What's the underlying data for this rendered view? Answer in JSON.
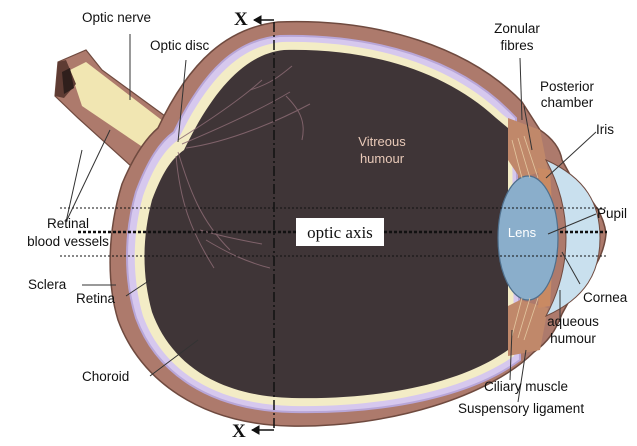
{
  "colors": {
    "sclera": "#ad7a6c",
    "sclera_edge": "#6f4a3f",
    "choroid_line": "#b8a6d8",
    "retina": "#f3ecc6",
    "vitreous": "#3f3537",
    "lens": "#8aaecb",
    "cornea": "#c9e0ee",
    "iris": "#c98a63",
    "nerve": "#f1e6b2",
    "vessels": "#8b6a73",
    "inner_text": "#e8c9b8"
  },
  "section_marks": {
    "top": "X",
    "bottom": "X"
  },
  "optic_axis_label": "optic axis",
  "labels": {
    "optic_nerve": "Optic nerve",
    "optic_disc": "Optic disc",
    "retinal_vessels": [
      "Retinal",
      "blood vessels"
    ],
    "sclera": "Sclera",
    "retina": "Retina",
    "choroid": "Choroid",
    "vitreous": [
      "Vitreous",
      "humour"
    ],
    "lens": "Lens",
    "zonular": [
      "Zonular",
      "fibres"
    ],
    "posterior_chamber": [
      "Posterior",
      "chamber"
    ],
    "iris": "Iris",
    "pupil": "Pupil",
    "cornea": "Cornea",
    "aqueous": [
      "aqueous",
      "humour"
    ],
    "ciliary": "Ciliary muscle",
    "suspensory": "Suspensory ligament"
  }
}
